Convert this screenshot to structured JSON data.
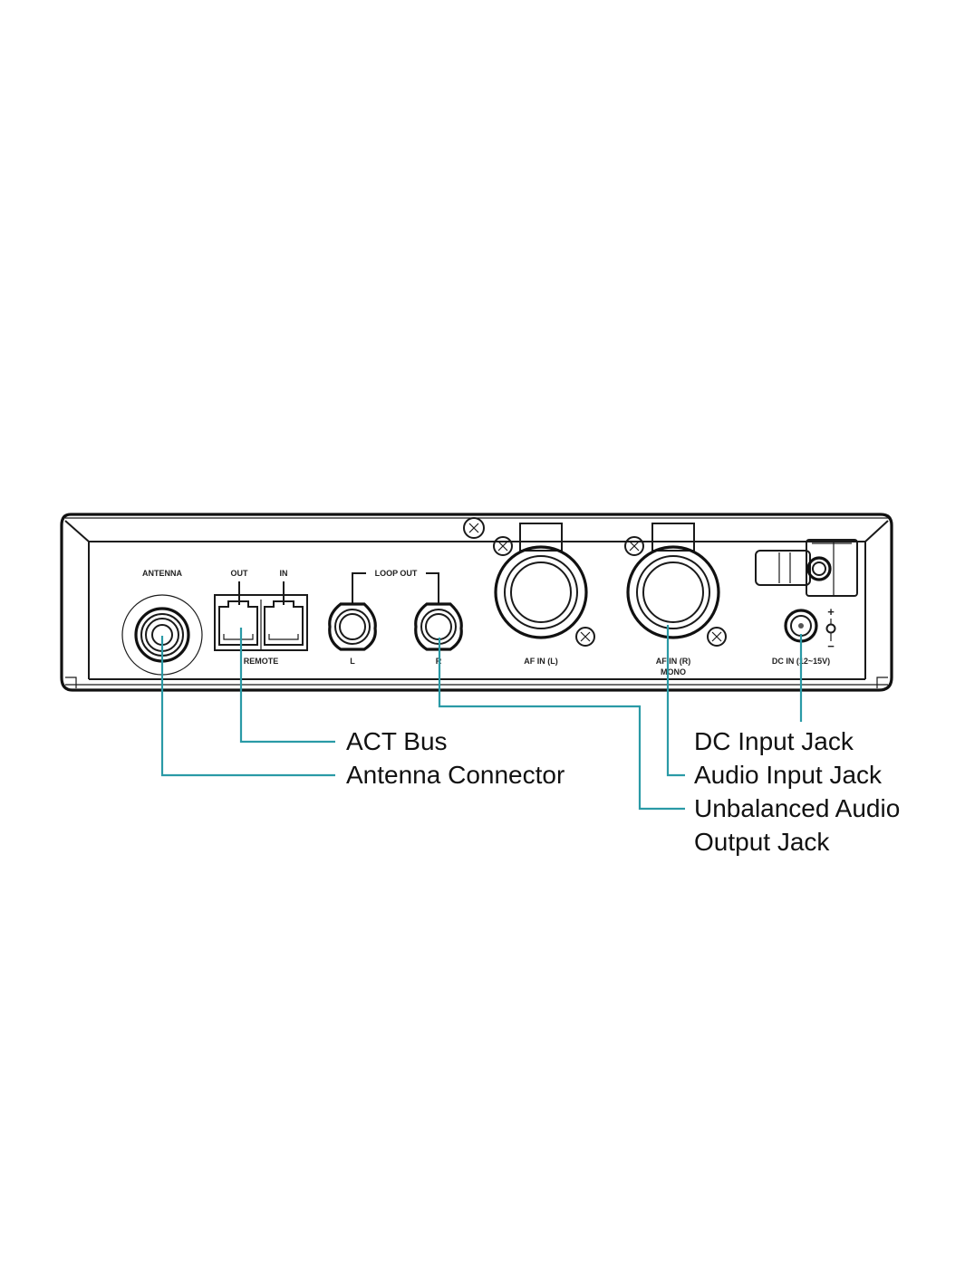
{
  "diagram": {
    "title": "Rear panel connections",
    "lead_color": "#2a9aa6",
    "panel_labels": {
      "antenna": "ANTENNA",
      "remote_out": "OUT",
      "remote_in": "IN",
      "remote": "REMOTE",
      "loop_out": "LOOP OUT",
      "loop_l": "L",
      "loop_r": "R",
      "af_in_l": "AF IN (L)",
      "af_in_r": "AF IN (R)",
      "mono": "MONO",
      "dc_in": "DC IN (12~15V)",
      "plus": "+",
      "minus": "−"
    },
    "callouts": {
      "act_bus": "ACT Bus",
      "antenna_connector": "Antenna Connector",
      "dc_input_jack": "DC Input Jack",
      "audio_input_jack": "Audio Input Jack",
      "unbalanced_line1": "Unbalanced Audio",
      "unbalanced_line2": "Output Jack"
    }
  }
}
